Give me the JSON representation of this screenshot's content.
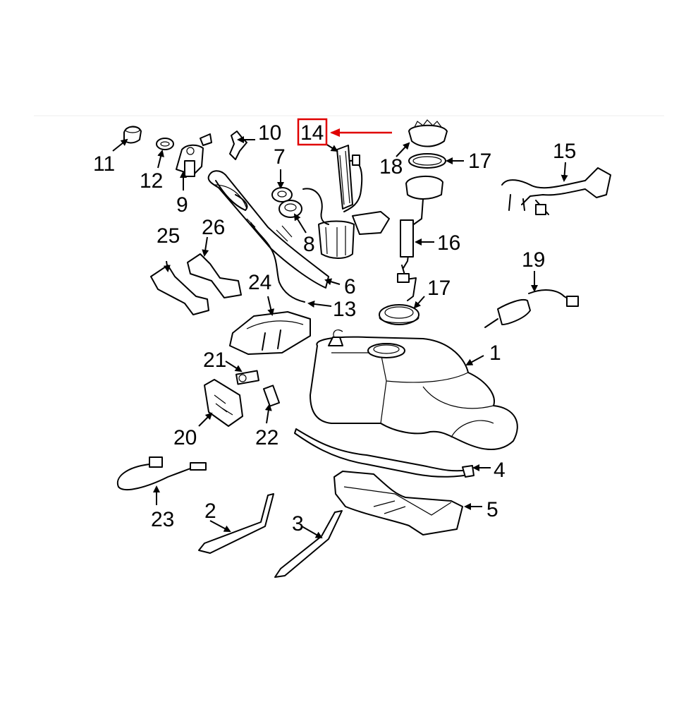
{
  "diagram": {
    "highlight": {
      "label": "14",
      "color": "#e00000"
    },
    "callouts": {
      "c1": "1",
      "c2": "2",
      "c3": "3",
      "c4": "4",
      "c5": "5",
      "c6": "6",
      "c7": "7",
      "c8": "8",
      "c9": "9",
      "c10": "10",
      "c11": "11",
      "c12": "12",
      "c13": "13",
      "c14": "14",
      "c15": "15",
      "c16": "16",
      "c17a": "17",
      "c17b": "17",
      "c18": "18",
      "c19": "19",
      "c20": "20",
      "c21": "21",
      "c22": "22",
      "c23": "23",
      "c24": "24",
      "c25": "25",
      "c26": "26"
    }
  }
}
